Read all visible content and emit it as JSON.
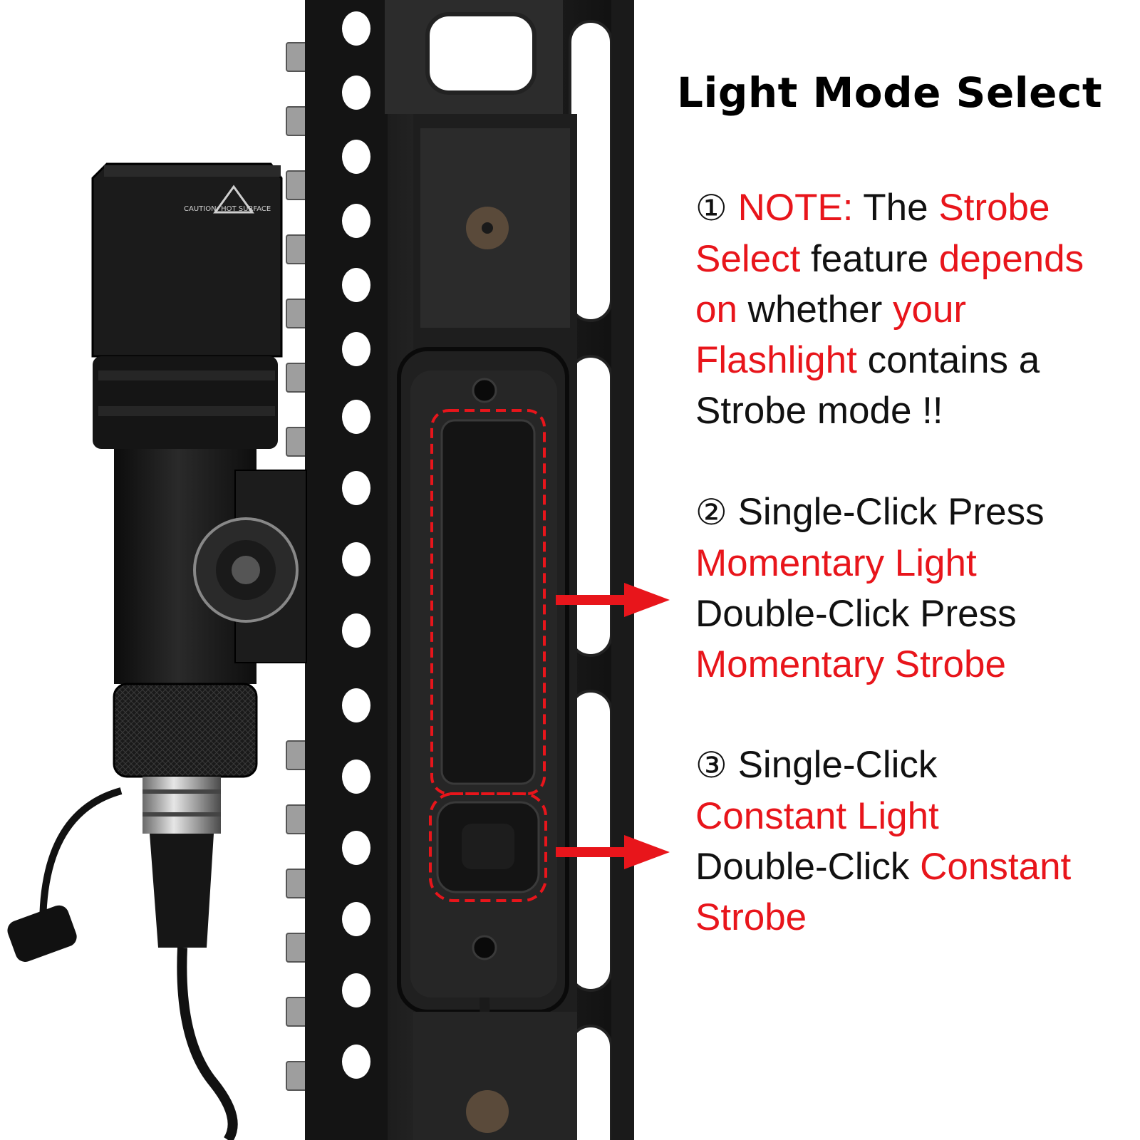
{
  "title": "Light Mode Select",
  "colors": {
    "accent_red": "#e8151b",
    "text": "#111111",
    "background": "#ffffff"
  },
  "light_body_text": "CAUTION: HOT SURFACE",
  "notes": [
    {
      "number": "①",
      "lines": [
        [
          {
            "text": "NOTE:",
            "highlight": true
          },
          {
            "text": " The ",
            "highlight": false
          },
          {
            "text": "Strobe",
            "highlight": true
          }
        ],
        [
          {
            "text": "Select",
            "highlight": true
          },
          {
            "text": " feature ",
            "highlight": false
          },
          {
            "text": "depends",
            "highlight": true
          }
        ],
        [
          {
            "text": "on",
            "highlight": true
          },
          {
            "text": " whether ",
            "highlight": false
          },
          {
            "text": "your",
            "highlight": true
          }
        ],
        [
          {
            "text": "Flashlight",
            "highlight": true
          },
          {
            "text": " contains a",
            "highlight": false
          }
        ],
        [
          {
            "text": "Strobe mode !!",
            "highlight": false
          }
        ]
      ]
    },
    {
      "number": "②",
      "lines": [
        [
          {
            "text": "Single-Click Press",
            "highlight": false
          }
        ],
        [
          {
            "text": "Momentary Light",
            "highlight": true
          }
        ],
        [
          {
            "text": "Double-Click Press",
            "highlight": false
          }
        ],
        [
          {
            "text": "Momentary Strobe",
            "highlight": true
          }
        ]
      ]
    },
    {
      "number": "③",
      "lines": [
        [
          {
            "text": "Single-Click",
            "highlight": false
          }
        ],
        [
          {
            "text": "Constant Light",
            "highlight": true
          }
        ],
        [
          {
            "text": "Double-Click ",
            "highlight": false
          },
          {
            "text": "Constant",
            "highlight": true
          }
        ],
        [
          {
            "text": "Strobe",
            "highlight": true
          }
        ]
      ]
    }
  ]
}
